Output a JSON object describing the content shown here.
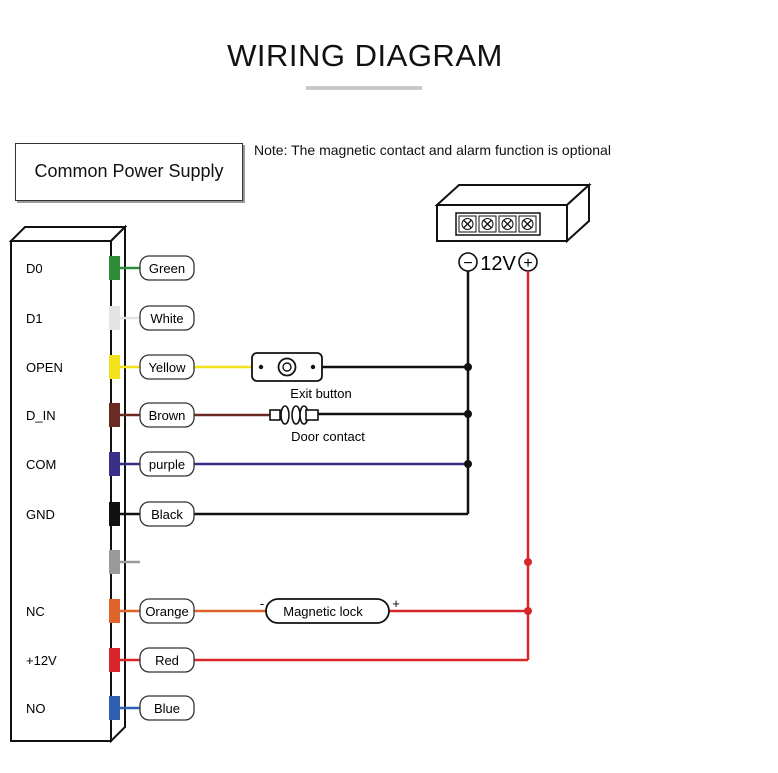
{
  "title": "WIRING DIAGRAM",
  "supply_box": {
    "label": "Common Power Supply"
  },
  "note": "Note: The magnetic contact and alarm function is optional",
  "power_supply": {
    "voltage_label": "12V",
    "minus_symbol": "−",
    "plus_symbol": "+"
  },
  "terminals": [
    {
      "pin": "D0",
      "wire": "Green",
      "color": "#2e8b3a"
    },
    {
      "pin": "D1",
      "wire": "White",
      "color": "#e4e4e4"
    },
    {
      "pin": "OPEN",
      "wire": "Yellow",
      "color": "#f2e21c"
    },
    {
      "pin": "D_IN",
      "wire": "Brown",
      "color": "#6b2a22"
    },
    {
      "pin": "COM",
      "wire": "purple",
      "color": "#3a2f86"
    },
    {
      "pin": "GND",
      "wire": "Black",
      "color": "#111111"
    },
    {
      "pin": "",
      "wire": "",
      "color": "#9a9a9a"
    },
    {
      "pin": "NC",
      "wire": "Orange",
      "color": "#e0632a"
    },
    {
      "pin": "+12V",
      "wire": "Red",
      "color": "#d8262a"
    },
    {
      "pin": "NO",
      "wire": "Blue",
      "color": "#2f5fb0"
    }
  ],
  "components": {
    "exit_button": "Exit button",
    "door_contact": "Door contact",
    "magnetic_lock": "Magnetic lock",
    "lock_minus": "-",
    "lock_plus": "+"
  },
  "colors": {
    "negative_line": "#111111",
    "positive_line": "#d8262a"
  }
}
